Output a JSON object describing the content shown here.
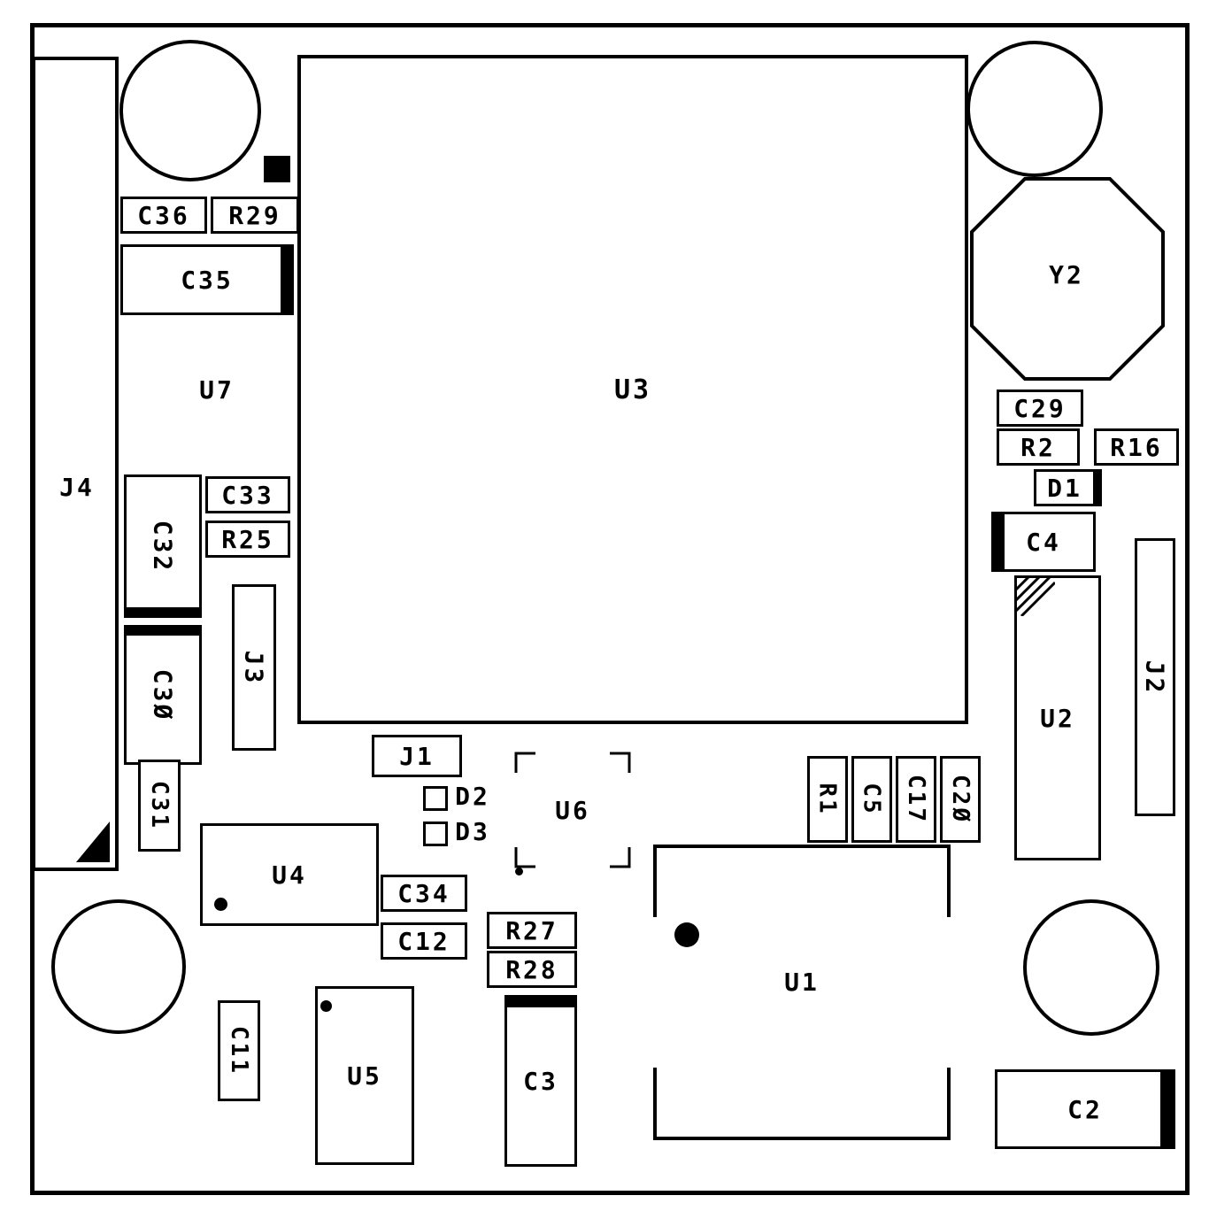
{
  "colors": {
    "line": "#000000",
    "background": "#ffffff"
  },
  "labels": {
    "j4": "J4",
    "c36": "C36",
    "r29": "R29",
    "c35": "C35",
    "u7": "U7",
    "u3": "U3",
    "y2": "Y2",
    "c29": "C29",
    "r2": "R2",
    "r16": "R16",
    "d1": "D1",
    "c4": "C4",
    "u2": "U2",
    "j2": "J2",
    "c32": "C32",
    "c33": "C33",
    "r25": "R25",
    "c30": "C3Ø",
    "j3": "J3",
    "c31": "C31",
    "j1": "J1",
    "d2": "D2",
    "d3": "D3",
    "u6": "U6",
    "u4": "U4",
    "c34": "C34",
    "c12": "C12",
    "r27": "R27",
    "r28": "R28",
    "c3": "C3",
    "c11": "C11",
    "u5": "U5",
    "u1": "U1",
    "r1": "R1",
    "c5": "C5",
    "c17": "C17",
    "c20": "C2Ø",
    "c2": "C2"
  }
}
